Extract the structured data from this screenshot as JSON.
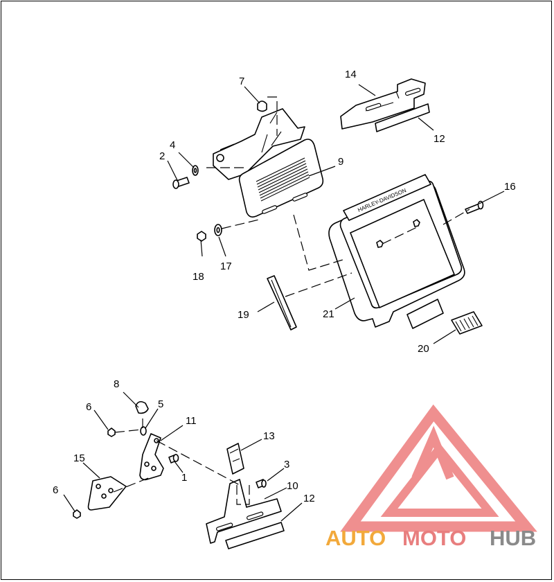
{
  "diagram": {
    "callouts": {
      "c1": "1",
      "c2": "2",
      "c3": "3",
      "c4": "4",
      "c5": "5",
      "c6a": "6",
      "c6b": "6",
      "c7": "7",
      "c8": "8",
      "c9": "9",
      "c10": "10",
      "c11": "11",
      "c12a": "12",
      "c12b": "12",
      "c13": "13",
      "c14": "14",
      "c15": "15",
      "c16": "16",
      "c17": "17",
      "c18": "18",
      "c19": "19",
      "c20": "20",
      "c21": "21"
    },
    "frame_text": "HARLEY-DAVIDSON"
  },
  "watermark": {
    "part1": "AUTO",
    "part2": "MOTO",
    "part3": "HUB",
    "colors": {
      "triangle": "#ef8f8f",
      "auto": "#f2a93b",
      "moto": "#e87e7e",
      "hub": "#8a8a8a"
    }
  }
}
